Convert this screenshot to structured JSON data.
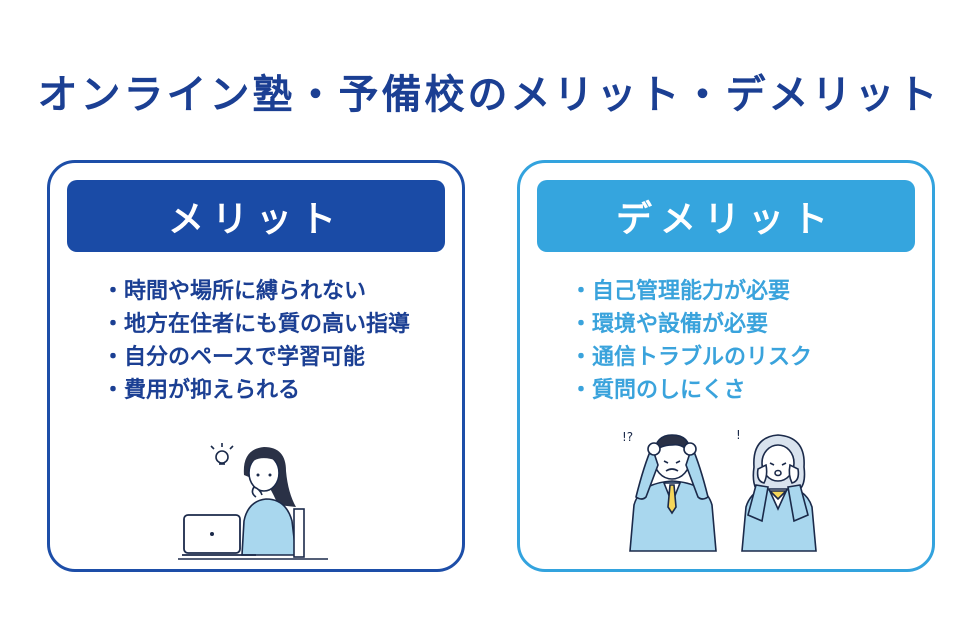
{
  "title": "オンライン塾・予備校のメリット・デメリット",
  "merit": {
    "heading": "メリット",
    "items": [
      "時間や場所に縛られない",
      "地方在住者にも質の高い指導",
      "自分のペースで学習可能",
      "費用が抑えられる"
    ]
  },
  "demerit": {
    "heading": "デメリット",
    "items": [
      "自己管理能力が必要",
      "環境や設備が必要",
      "通信トラブルのリスク",
      "質問のしにくさ"
    ]
  },
  "bullet": "・",
  "colors": {
    "title": "#1b3f93",
    "merit": "#1a4ba6",
    "demerit": "#35a5de",
    "suit": "#a9d7ee"
  },
  "icons": {
    "merit_illustration": "woman-laptop-idea-icon",
    "demerit_illustration": "worried-students-icon"
  }
}
